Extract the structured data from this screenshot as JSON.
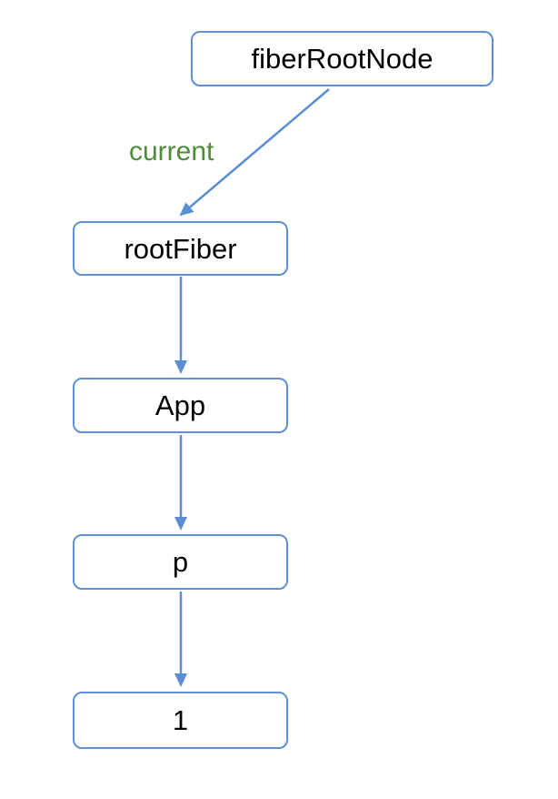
{
  "diagram": {
    "title": "react-fiber-tree",
    "nodes": [
      {
        "id": "fiberRootNode",
        "label": "fiberRootNode"
      },
      {
        "id": "rootFiber",
        "label": "rootFiber"
      },
      {
        "id": "App",
        "label": "App"
      },
      {
        "id": "p",
        "label": "p"
      },
      {
        "id": "1",
        "label": "1"
      }
    ],
    "edges": [
      {
        "from": "fiberRootNode",
        "to": "rootFiber",
        "label": "current"
      },
      {
        "from": "rootFiber",
        "to": "App",
        "label": ""
      },
      {
        "from": "App",
        "to": "p",
        "label": ""
      },
      {
        "from": "p",
        "to": "1",
        "label": ""
      }
    ],
    "colors": {
      "node_border": "#5f90d4",
      "arrow": "#5b8dd3",
      "edge_label": "#4e8c3a",
      "node_text": "#000000",
      "background": "#ffffff"
    }
  }
}
